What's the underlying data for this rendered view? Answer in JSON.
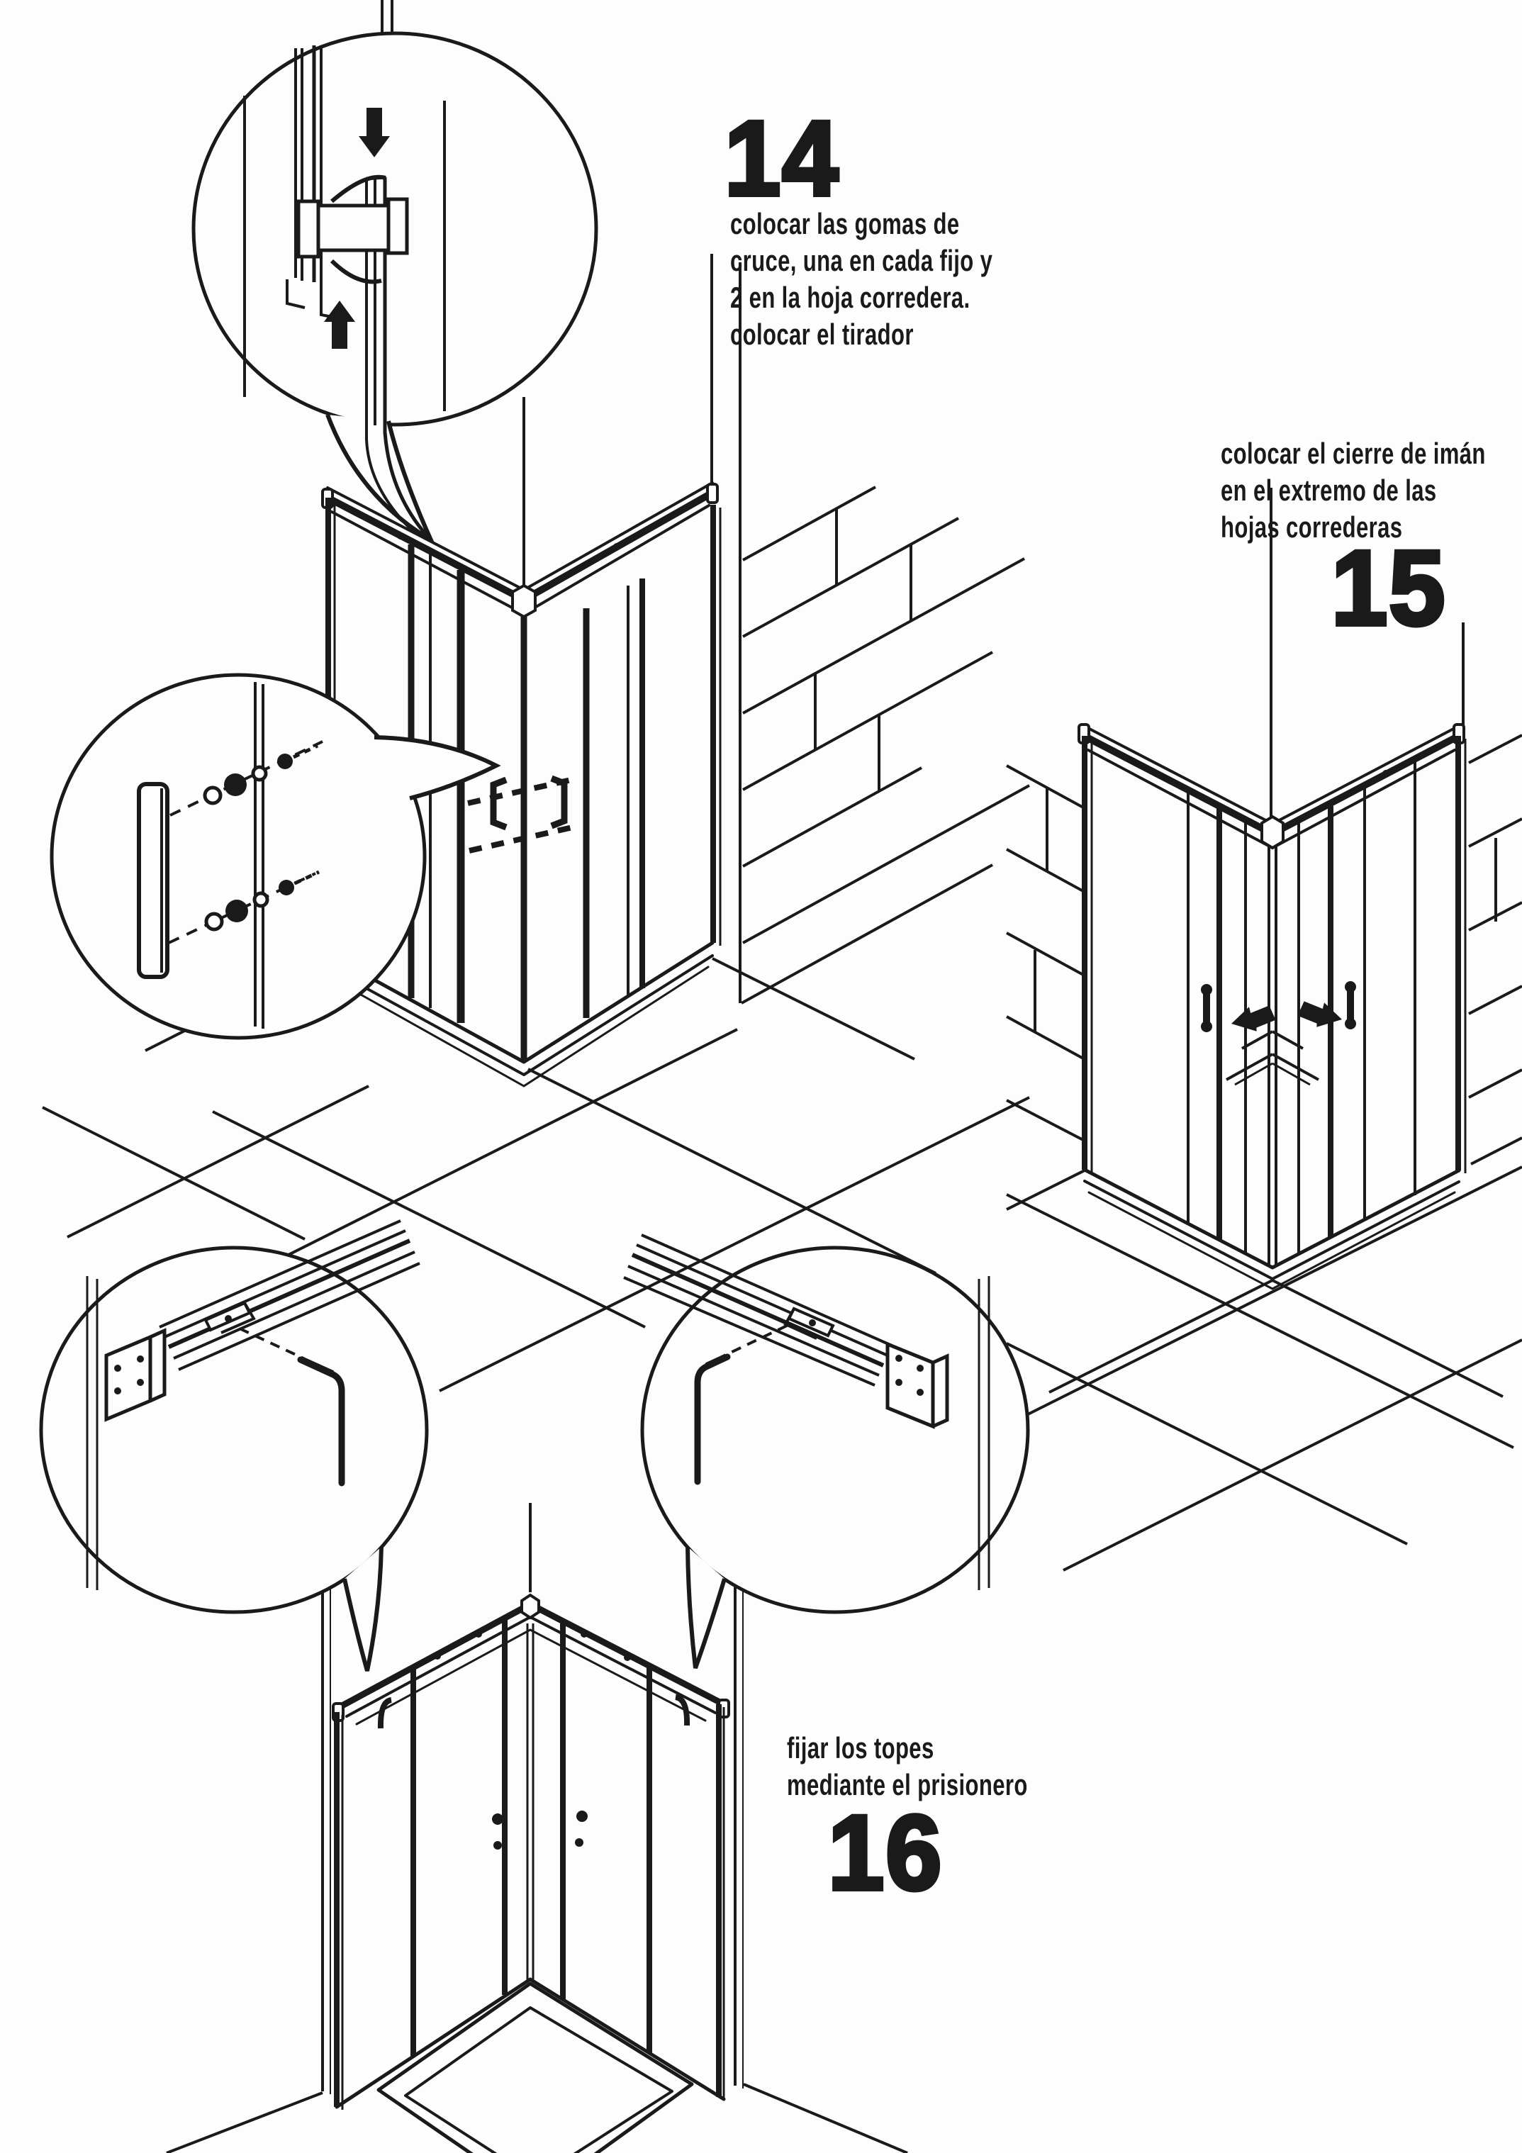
{
  "page": {
    "background_color": "#fdfdfd",
    "ink_color": "#1a1a1a",
    "language": "es",
    "content_type": "shower enclosure assembly instructions"
  },
  "steps": {
    "step14": {
      "number": "14",
      "caption_lines": [
        "colocar las gomas de",
        "cruce, una en cada fijo y",
        "2 en la hoja corredera.",
        "colocar el tirador"
      ]
    },
    "step15": {
      "number": "15",
      "caption_lines": [
        "colocar el cierre de imán",
        "en el extremo de las",
        "hojas correderas"
      ]
    },
    "step16": {
      "number": "16",
      "caption_lines": [
        "fijar los topes",
        "mediante el prisionero"
      ]
    }
  }
}
